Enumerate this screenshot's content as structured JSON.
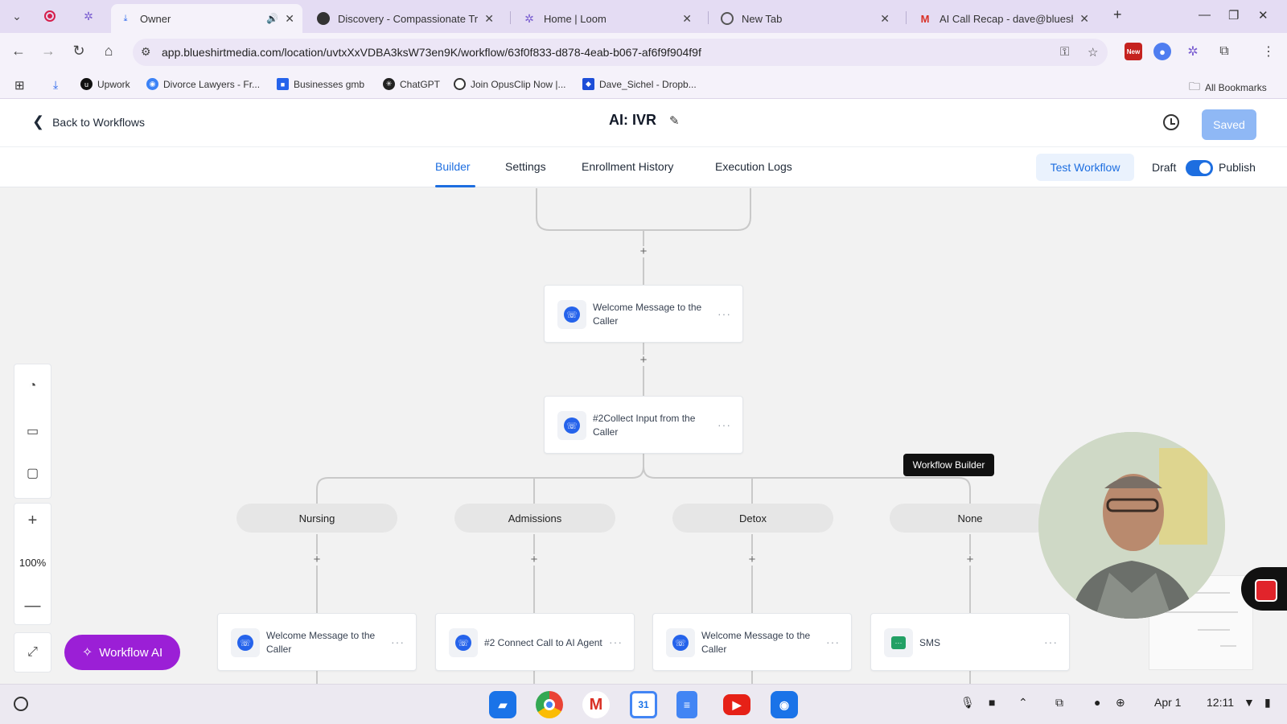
{
  "browser": {
    "tabs": [
      {
        "title": "Owner",
        "active": true
      },
      {
        "title": "Discovery - Compassionate Tre"
      },
      {
        "title": "Home | Loom"
      },
      {
        "title": "New Tab"
      },
      {
        "title": "AI Call Recap - dave@blueshirt"
      }
    ],
    "new_tab": "+",
    "url": "app.blueshirtmedia.com/location/uvtxXxVDBA3ksW73en9K/workflow/63f0f833-d878-4eab-b067-af6f9f904f9f",
    "extension_badge": "New",
    "bookmarks": [
      "Upwork",
      "Divorce Lawyers - Fr...",
      "Businesses gmb",
      "ChatGPT",
      "Join OpusClip Now |...",
      "Dave_Sichel - Dropb..."
    ],
    "all_bookmarks": "All Bookmarks"
  },
  "header": {
    "back_label": "Back to Workflows",
    "title": "AI: IVR",
    "saved_label": "Saved"
  },
  "subnav": {
    "tabs": [
      "Builder",
      "Settings",
      "Enrollment History",
      "Execution Logs"
    ],
    "test_label": "Test Workflow",
    "draft_label": "Draft",
    "publish_label": "Publish"
  },
  "canvas": {
    "nodes": {
      "welcome_top": "Welcome Message to the Caller",
      "collect": "#2Collect Input from the Caller",
      "nursing_next": "Welcome Message to the Caller",
      "admissions_next": "#2 Connect Call to AI Agent",
      "detox_next": "Welcome Message to the Caller",
      "none_next": "SMS"
    },
    "branches": [
      "Nursing",
      "Admissions",
      "Detox",
      "None"
    ],
    "tooltip": "Workflow Builder",
    "zoom": "100%",
    "workflow_ai_label": "Workflow AI"
  },
  "shelf": {
    "date": "Apr 1",
    "time": "12:11"
  },
  "colors": {
    "primary": "#1d6ee0",
    "workflow_ai": "#9b1fd6",
    "saved": "#8fb8f5",
    "tabbar": "#e4dcf3"
  }
}
